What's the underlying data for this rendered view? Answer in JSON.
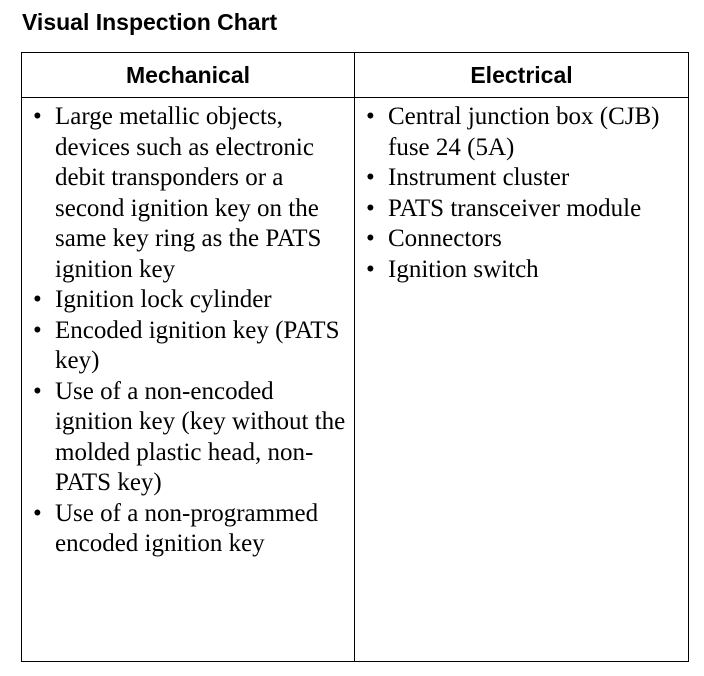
{
  "title": "Visual Inspection Chart",
  "columns": [
    "Mechanical",
    "Electrical"
  ],
  "bullet": "•",
  "mechanical_items": [
    "Large metallic objects, devices such as electronic debit transponders or a second ignition key on the same key ring as the PATS ignition key",
    "Ignition lock cylinder",
    "Encoded ignition key (PATS key)",
    "Use of a non-encoded ignition key (key without the molded plastic head, non-PATS key)",
    "Use of a non-programmed encoded ignition key"
  ],
  "electrical_items": [
    "Central junction box (CJB) fuse 24 (5A)",
    "Instrument cluster",
    "PATS transceiver module",
    "Connectors",
    "Ignition switch"
  ]
}
